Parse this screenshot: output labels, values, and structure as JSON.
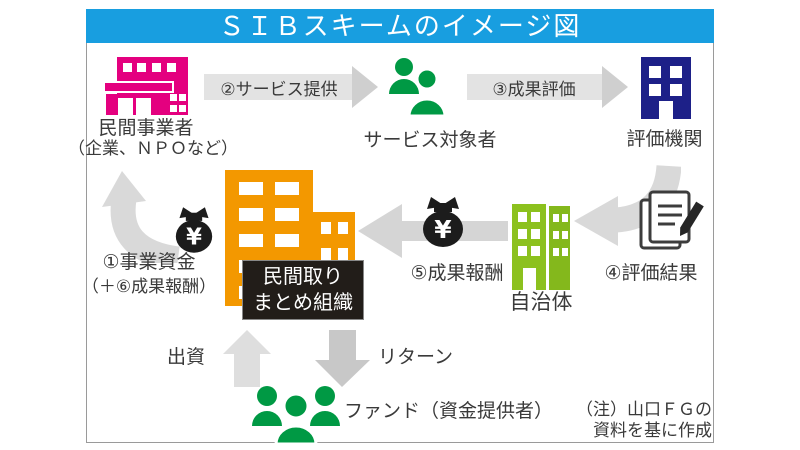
{
  "title": "ＳＩＢスキームのイメージ図",
  "colors": {
    "title_bar_blue": "#189ee0",
    "private_operator_pink": "#e4007f",
    "evaluator_navy": "#1d2088",
    "people_green": "#009944",
    "municipality_green": "#8cc11e",
    "intermediary_orange": "#f39800",
    "money_bag_black": "#1c1c1c",
    "arrow_gray": "#d9d9d9",
    "label_box_black": "#221d19"
  },
  "nodes": {
    "private_operator": {
      "name": "民間事業者",
      "subtitle": "（企業、ＮＰＯなど）"
    },
    "service_recipients": {
      "name": "サービス対象者"
    },
    "evaluation_agency": {
      "name": "評価機関"
    },
    "municipality": {
      "name": "自治体"
    },
    "intermediary": {
      "name_line1": "民間取り",
      "name_line2": "まとめ組織"
    },
    "fund": {
      "name": "ファンド（資金提供者）"
    }
  },
  "flows": {
    "step1_funding_line1": "①事業資金",
    "step1_funding_line2": "（＋⑥成果報酬）",
    "step2_service": "②サービス提供",
    "step3_evaluation": "③成果評価",
    "step4_result": "④評価結果",
    "step5_payment": "⑤成果報酬",
    "investment": "出資",
    "return": "リターン"
  },
  "note": {
    "line1": "（注）山口ＦＧの",
    "line2": "資料を基に作成"
  },
  "icons": {
    "yen_symbol": "¥"
  }
}
